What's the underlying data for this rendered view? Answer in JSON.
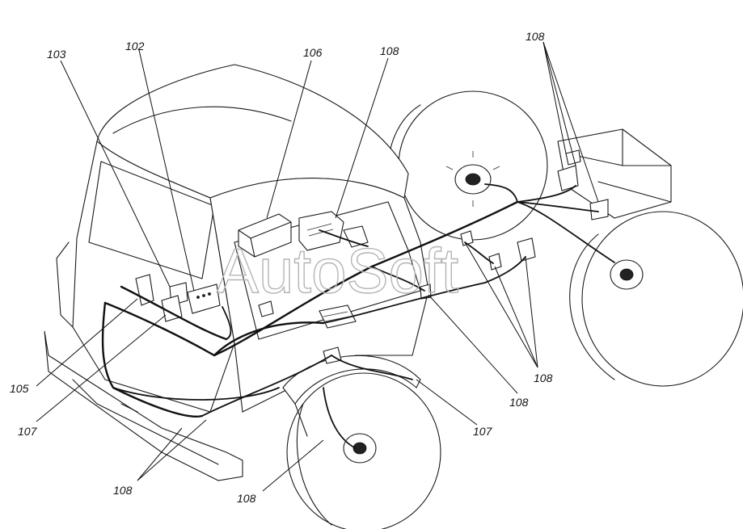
{
  "callouts": {
    "c103": "103",
    "c102": "102",
    "c106": "106",
    "c108_top": "108",
    "c108_topright": "108",
    "c105": "105",
    "c107_left": "107",
    "c108_bottom_left": "108",
    "c108_bottom_mid": "108",
    "c107_right": "107",
    "c108_center": "108",
    "c108_right": "108"
  },
  "watermark": "AutoSoft"
}
